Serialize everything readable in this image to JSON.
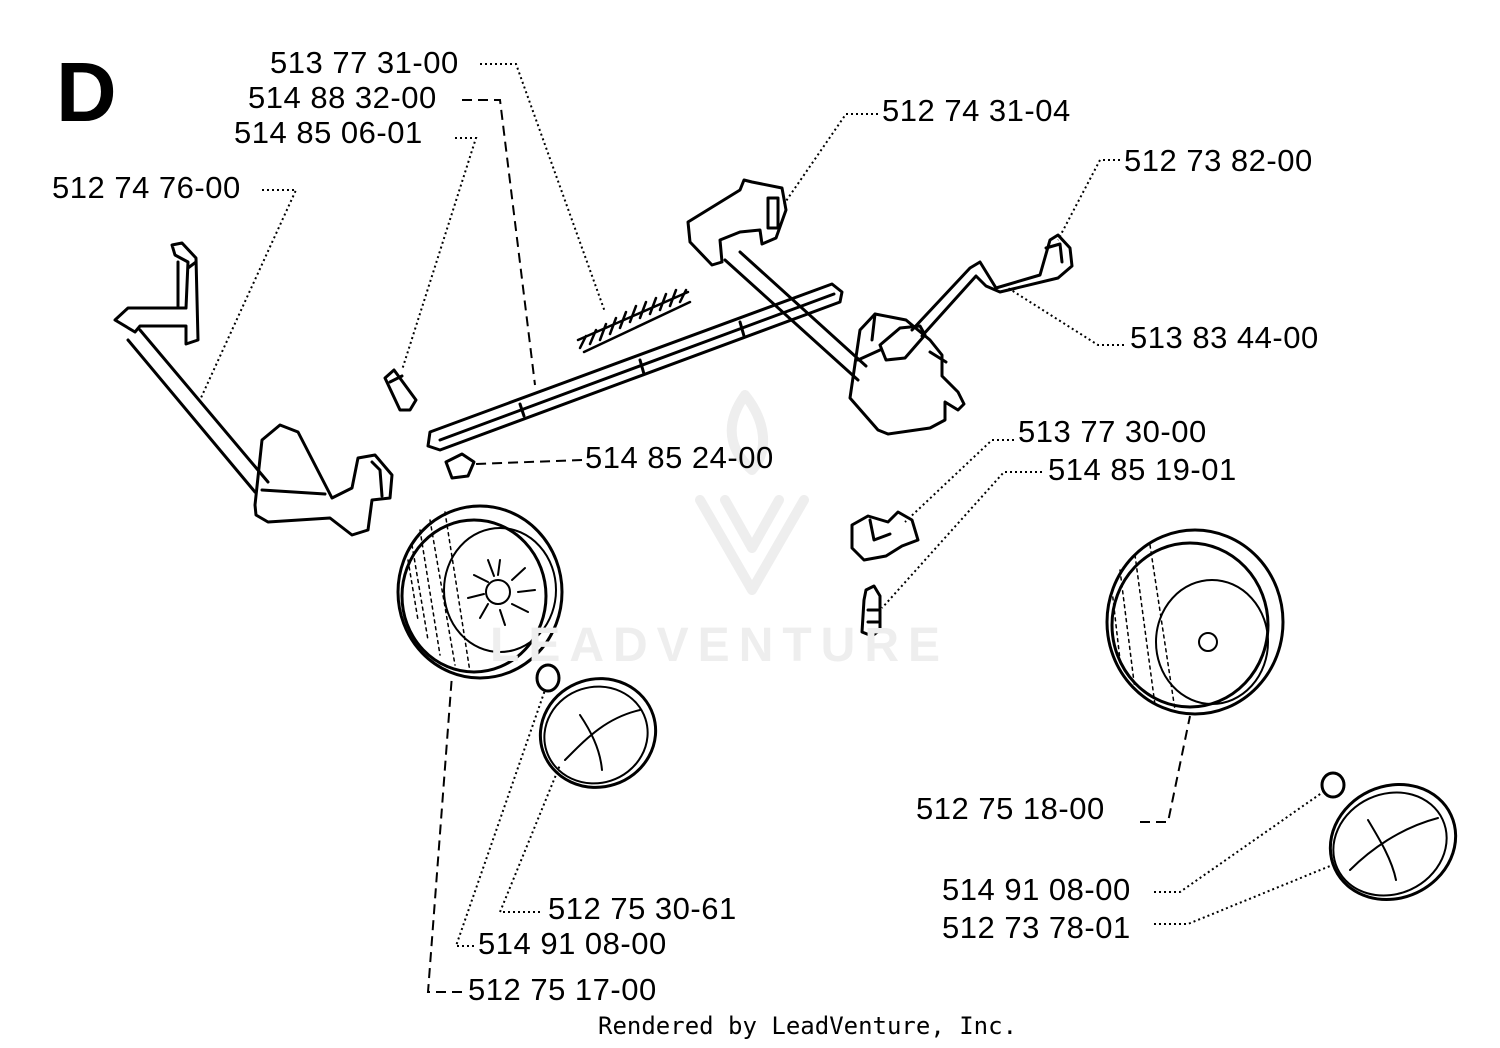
{
  "section_letter": "D",
  "watermark": {
    "text": "LEADVENTURE"
  },
  "credit": "Rendered by LeadVenture, Inc.",
  "labels": [
    {
      "id": "p1",
      "text": "513 77 31-00"
    },
    {
      "id": "p2",
      "text": "514 88 32-00"
    },
    {
      "id": "p3",
      "text": "514 85 06-01"
    },
    {
      "id": "p4",
      "text": "512 74 76-00"
    },
    {
      "id": "p5",
      "text": "512 74 31-04"
    },
    {
      "id": "p6",
      "text": "512 73 82-00"
    },
    {
      "id": "p7",
      "text": "513 83 44-00"
    },
    {
      "id": "p8",
      "text": "514 85 24-00"
    },
    {
      "id": "p9",
      "text": "513 77 30-00"
    },
    {
      "id": "p10",
      "text": "514 85 19-01"
    },
    {
      "id": "p11",
      "text": "512 75 18-00"
    },
    {
      "id": "p12",
      "text": "514 91 08-00"
    },
    {
      "id": "p13",
      "text": "512 73 78-01"
    },
    {
      "id": "p14",
      "text": "512 75 30-61"
    },
    {
      "id": "p15",
      "text": "514 91 08-00"
    },
    {
      "id": "p16",
      "text": "512 75 17-00"
    }
  ]
}
